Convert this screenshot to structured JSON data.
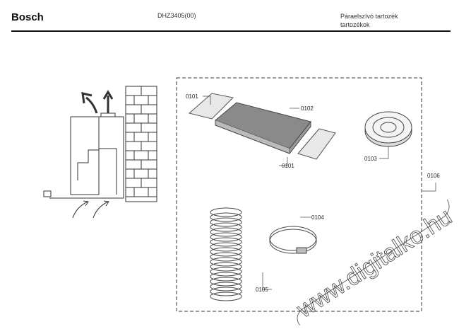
{
  "header": {
    "brand": "Bosch",
    "model": "DHZ3405(00)",
    "category_line1": "Páraelszívó tartozék",
    "category_line2": "tartozékok"
  },
  "parts": {
    "p0101a": "0101",
    "p0101b": "0101",
    "p0102": "0102",
    "p0103": "0103",
    "p0104": "0104",
    "p0105": "0105",
    "p0106": "0106"
  },
  "watermark": "www.digitalko.hu"
}
